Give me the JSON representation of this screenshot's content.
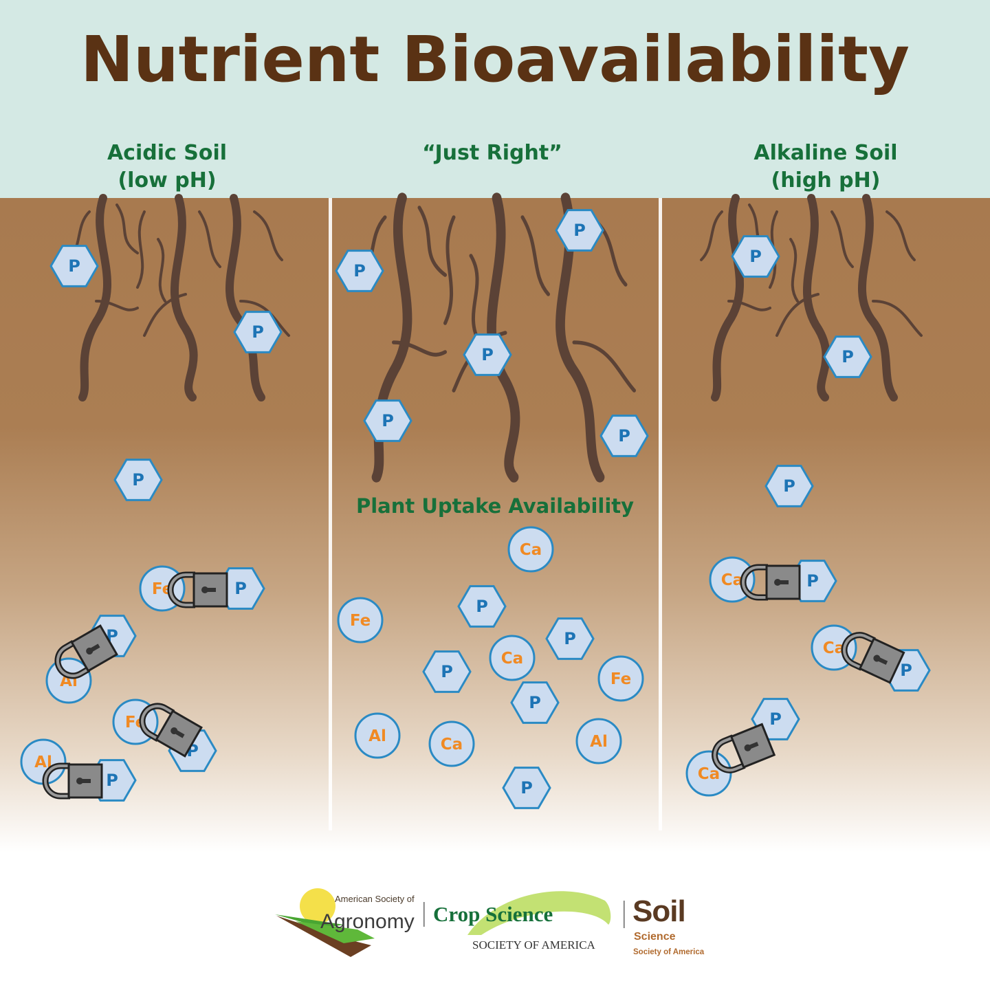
{
  "title": "Nutrient Bioavailability",
  "columns": [
    {
      "heading_line1": "Acidic Soil",
      "heading_line2": "(low pH)"
    },
    {
      "heading_line1": "“Just Right”",
      "heading_line2": ""
    },
    {
      "heading_line1": "Alkaline Soil",
      "heading_line2": "(high pH)"
    }
  ],
  "uptake_label": "Plant Uptake Availability",
  "nutrients": {
    "P": "P",
    "Fe": "Fe",
    "Al": "Al",
    "Ca": "Ca"
  },
  "logos": {
    "agronomy_small": "American Society of",
    "agronomy_big": "Agronomy",
    "crop_big": "Crop Science",
    "crop_small": "SOCIETY OF AMERICA",
    "soil_big": "Soil",
    "soil_mid": "Science",
    "soil_small": "Society of America"
  },
  "colors": {
    "header_bg": "#d4e9e4",
    "title": "#5a3214",
    "heading": "#17703a",
    "soil_top": "#a87a4f",
    "phosphorus": "#1d74b5",
    "metal": "#f08a24",
    "nutrient_fill": "#ccdcf0",
    "nutrient_stroke": "#2a8ac4",
    "lock": "#8a8a8a"
  }
}
